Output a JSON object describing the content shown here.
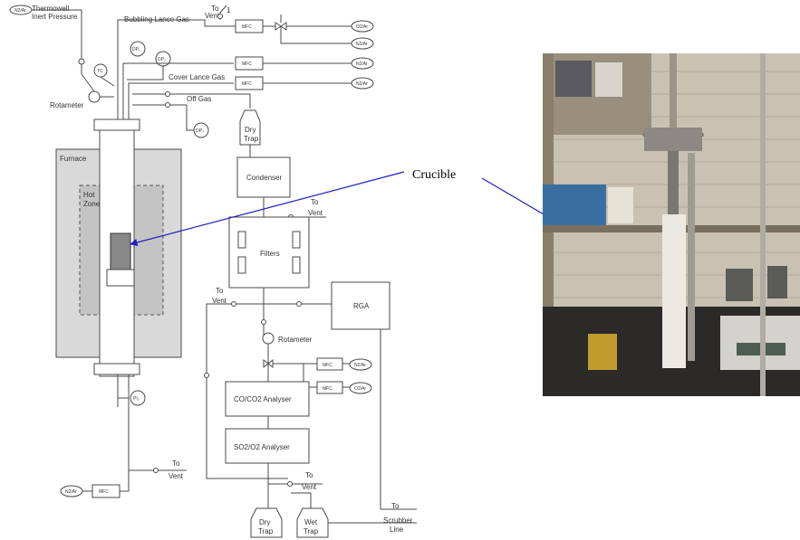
{
  "schematic": {
    "thermowell_inert_pressure": [
      "Thermowell",
      "Inert Pressure"
    ],
    "bubbling_lance_gas": "Bubbling Lance Gas",
    "to_vent_top": [
      "To",
      "Vent"
    ],
    "cover_lance_gas": "Cover Lance Gas",
    "off_gas": "Off Gas",
    "rotameter_left": "Rotameter",
    "tc": "TC",
    "dp_1": "DP₁",
    "dp_2": "DP₂",
    "dp_3": "DP₃",
    "pi_label": "PI₃",
    "furnace": "Furnace",
    "hot_zone": [
      "Hot",
      "Zone"
    ],
    "dry_trap": [
      "Dry",
      "Trap"
    ],
    "condenser": "Condenser",
    "to_vent_condenser": [
      "To",
      "Vent"
    ],
    "filters": "Filters",
    "to_vent_left": [
      "To",
      "Vent"
    ],
    "rga": "RGA",
    "rotameter_right": "Rotameter",
    "mfc": "MFC",
    "co_co2_analyser": "CO/CO2 Analyser",
    "so2_o2_analyser": "SO2/O2 Analyser",
    "to_vent_bottom": [
      "To",
      "Vent"
    ],
    "to_vent_furnace": [
      "To",
      "Vent"
    ],
    "dry_trap_bottom": [
      "Dry",
      "Trap"
    ],
    "wet_trap": [
      "Wet",
      "Trap"
    ],
    "to_scrubber_line": [
      "To",
      "Scrubber",
      "Line"
    ],
    "gas_n2": "N2/Ar",
    "gas_o2": "O2/Ar"
  },
  "crucible_label": "Crucible",
  "colors": {
    "arrow": "#1f1fbf",
    "line": "#4a4a4a",
    "furnace_fill": "#d9d9d9",
    "hot_zone_fill": "#c4c4c4"
  }
}
